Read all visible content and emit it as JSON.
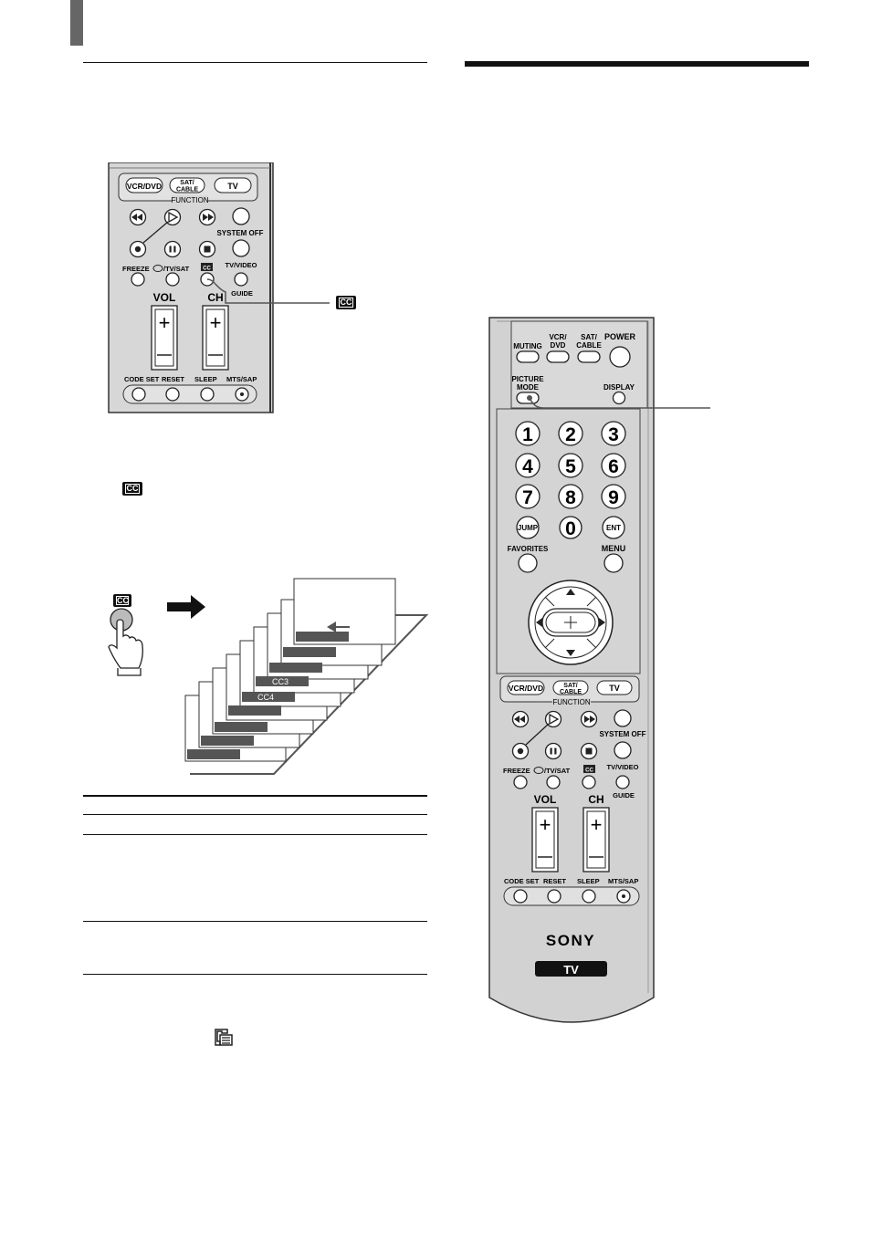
{
  "remote_small": {
    "function_buttons": [
      "VCR/DVD",
      "SAT/ CABLE",
      "TV"
    ],
    "function_label": "FUNCTION",
    "system_off_label": "SYSTEM OFF",
    "freeze_label": "FREEZE",
    "tv_sat_label": "/TV/SAT",
    "cc_label": "CC",
    "tv_video_label": "TV/VIDEO",
    "guide_label": "GUIDE",
    "vol_label": "VOL",
    "ch_label": "CH",
    "bottom_labels": [
      "CODE SET",
      "RESET",
      "SLEEP",
      "MTS/SAP"
    ]
  },
  "cc_callout_label": "CC",
  "inline_cc_label": "CC",
  "cc_modes_diagram": {
    "button_label": "CC",
    "labels": [
      "CC3",
      "CC4"
    ]
  },
  "remote_large": {
    "top_labels": [
      "MUTING",
      "VCR/ DVD",
      "SAT/ CABLE",
      "POWER"
    ],
    "picture_mode_label": "PICTURE MODE",
    "display_label": "DISPLAY",
    "digits": [
      "1",
      "2",
      "3",
      "4",
      "5",
      "6",
      "7",
      "8",
      "9"
    ],
    "jump_label": "JUMP",
    "zero_label": "0",
    "ent_label": "ENT",
    "favorites_label": "FAVORITES",
    "menu_label": "MENU",
    "function_buttons": [
      "VCR/DVD",
      "SAT/ CABLE",
      "TV"
    ],
    "function_label": "FUNCTION",
    "system_off_label": "SYSTEM OFF",
    "freeze_label": "FREEZE",
    "tv_sat_label": "/TV/SAT",
    "cc_label": "CC",
    "tv_video_label": "TV/VIDEO",
    "guide_label": "GUIDE",
    "vol_label": "VOL",
    "ch_label": "CH",
    "bottom_labels": [
      "CODE SET",
      "RESET",
      "SLEEP",
      "MTS/SAP"
    ],
    "brand": "SONY",
    "badge": "TV"
  }
}
